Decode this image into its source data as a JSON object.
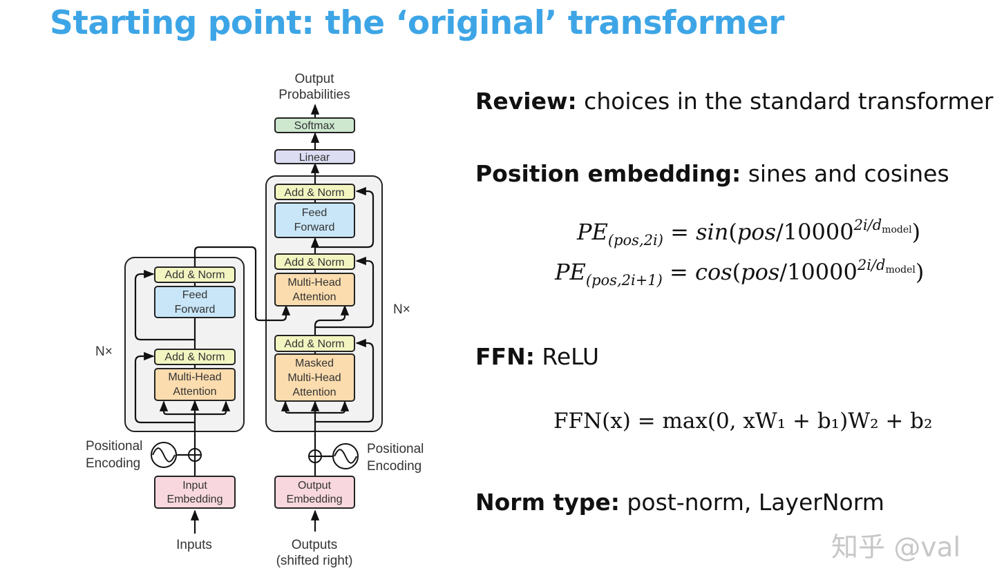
{
  "title": "Starting point: the ‘original’ transformer",
  "diagram": {
    "output_probabilities": [
      "Output",
      "Probabilities"
    ],
    "softmax": "Softmax",
    "linear": "Linear",
    "add_norm": "Add & Norm",
    "feed_forward": [
      "Feed",
      "Forward"
    ],
    "multi_head_attention": [
      "Multi-Head",
      "Attention"
    ],
    "masked_multi_head_attention": [
      "Masked",
      "Multi-Head",
      "Attention"
    ],
    "input_embedding": [
      "Input",
      "Embedding"
    ],
    "output_embedding": [
      "Output",
      "Embedding"
    ],
    "positional_encoding": [
      "Positional",
      "Encoding"
    ],
    "nx": "N×",
    "inputs": "Inputs",
    "outputs": [
      "Outputs",
      "(shifted right)"
    ],
    "colors": {
      "add_norm": "#f3f5c1",
      "feed_forward": "#c8e6f8",
      "attention": "#fbdcae",
      "embedding": "#f8d8de",
      "linear": "#dcdcf3",
      "softmax": "#cde8cf",
      "block_bg": "#f2f2f2"
    }
  },
  "notes": {
    "review_label": "Review:",
    "review_text": " choices in the standard transformer",
    "position_label": "Position embedding:",
    "position_text": " sines and cosines",
    "ffn_label": "FFN:",
    "ffn_text": " ReLU",
    "norm_label": "Norm type:",
    "norm_text": " post-norm, LayerNorm"
  },
  "equations": {
    "pe": "PE",
    "sub_even": "(pos,2i)",
    "sub_odd": "(pos,2i+1)",
    "eq": " = ",
    "sin": "sin",
    "cos": "cos",
    "open": "(",
    "pos": "pos",
    "slash_num": "/10000",
    "exp": "2i/d",
    "exp_sub": "model",
    "close": ")",
    "ffn": "FFN(x) = max(0, xW₁ + b₁)W₂ + b₂"
  },
  "watermark": "知乎 @val"
}
